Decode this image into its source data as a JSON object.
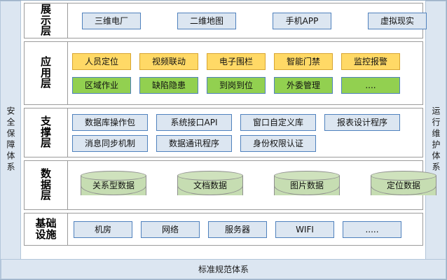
{
  "diagram": {
    "title_left_band": "安全保障体系",
    "title_right_band": "运行维护体系",
    "bottom_bar": "标准规范体系",
    "colors": {
      "band_fill": "#dce6f1",
      "blue_fill": "#dce6f1",
      "blue_border": "#4f81bd",
      "yellow_fill": "#ffd966",
      "yellow_border": "#d8a531",
      "green_fill": "#92d050",
      "green_border": "#4f81bd",
      "cylinder_fill": "#c6ddb2",
      "cylinder_border": "#8f8f8f",
      "layer_border": "#9b9b9b"
    },
    "layers": [
      {
        "key": "presentation",
        "label": "展示层",
        "rows": [
          {
            "items": [
              {
                "text": "三维电厂",
                "style": "blue"
              },
              {
                "text": "二维地图",
                "style": "blue"
              },
              {
                "text": "手机APP",
                "style": "blue"
              },
              {
                "text": "虚拟现实",
                "style": "blue"
              }
            ]
          }
        ]
      },
      {
        "key": "application",
        "label": "应用层",
        "rows": [
          {
            "items": [
              {
                "text": "人员定位",
                "style": "yellow"
              },
              {
                "text": "视频联动",
                "style": "yellow"
              },
              {
                "text": "电子围栏",
                "style": "yellow"
              },
              {
                "text": "智能门禁",
                "style": "yellow"
              },
              {
                "text": "监控报警",
                "style": "yellow"
              }
            ]
          },
          {
            "items": [
              {
                "text": "区域作业",
                "style": "green"
              },
              {
                "text": "缺陷隐患",
                "style": "green"
              },
              {
                "text": "到岗到位",
                "style": "green"
              },
              {
                "text": "外委管理",
                "style": "green"
              },
              {
                "text": "....",
                "style": "green"
              }
            ]
          }
        ]
      },
      {
        "key": "support",
        "label": "支撑层",
        "rows": [
          {
            "items": [
              {
                "text": "数据库操作包",
                "style": "blue"
              },
              {
                "text": "系统接口API",
                "style": "blue"
              },
              {
                "text": "窗口自定义库",
                "style": "blue"
              },
              {
                "text": "报表设计程序",
                "style": "blue"
              }
            ]
          },
          {
            "items": [
              {
                "text": "消息同步机制",
                "style": "blue"
              },
              {
                "text": "数据通讯程序",
                "style": "blue"
              },
              {
                "text": "身份权限认证",
                "style": "blue"
              }
            ]
          }
        ]
      },
      {
        "key": "data",
        "label": "数据层",
        "rows": [
          {
            "items": [
              {
                "text": "关系型数据",
                "style": "cylinder"
              },
              {
                "text": "文档数据",
                "style": "cylinder"
              },
              {
                "text": "图片数据",
                "style": "cylinder"
              },
              {
                "text": "定位数据",
                "style": "cylinder"
              }
            ]
          }
        ]
      },
      {
        "key": "infrastructure",
        "label": "基础设施",
        "rows": [
          {
            "items": [
              {
                "text": "机房",
                "style": "blue"
              },
              {
                "text": "网络",
                "style": "blue"
              },
              {
                "text": "服务器",
                "style": "blue"
              },
              {
                "text": "WIFI",
                "style": "blue"
              },
              {
                "text": ".....",
                "style": "blue"
              }
            ]
          }
        ]
      }
    ]
  }
}
